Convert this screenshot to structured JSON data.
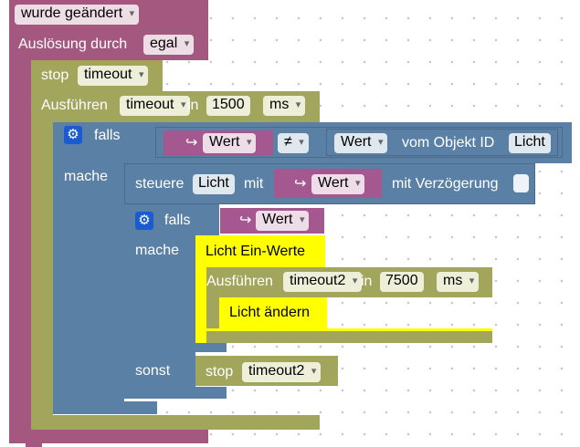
{
  "trigger": {
    "event_dropdown": "wurde geändert",
    "caused_by_label": "Auslösung durch",
    "caused_by_value": "egal"
  },
  "stop1": {
    "label": "stop",
    "timeout": "timeout"
  },
  "exec1": {
    "label": "Ausführen",
    "timeout": "timeout",
    "in_label": "in",
    "delay": "1500",
    "unit": "ms"
  },
  "if1": {
    "falls": "falls",
    "mache": "mache",
    "var": "Wert",
    "operator": "≠",
    "value": "Wert",
    "from_object": "vom Objekt ID",
    "object": "Licht"
  },
  "control": {
    "label": "steuere",
    "object": "Licht",
    "with_label": "mit",
    "var": "Wert",
    "delay_label": "mit Verzögerung"
  },
  "if2": {
    "falls": "falls",
    "mache": "mache",
    "sonst": "sonst",
    "var": "Wert"
  },
  "comment1": "Licht Ein-Werte",
  "exec2": {
    "label": "Ausführen",
    "timeout": "timeout2",
    "in_label": "in",
    "delay": "7500",
    "unit": "ms"
  },
  "comment2": "Licht ändern",
  "stop2": {
    "label": "stop",
    "timeout": "timeout2"
  },
  "colors": {
    "trigger": "#a5587f",
    "timeout": "#a2a65c",
    "logic": "#5b80a5",
    "variable": "#a5588f",
    "comment": "#ffff00"
  }
}
